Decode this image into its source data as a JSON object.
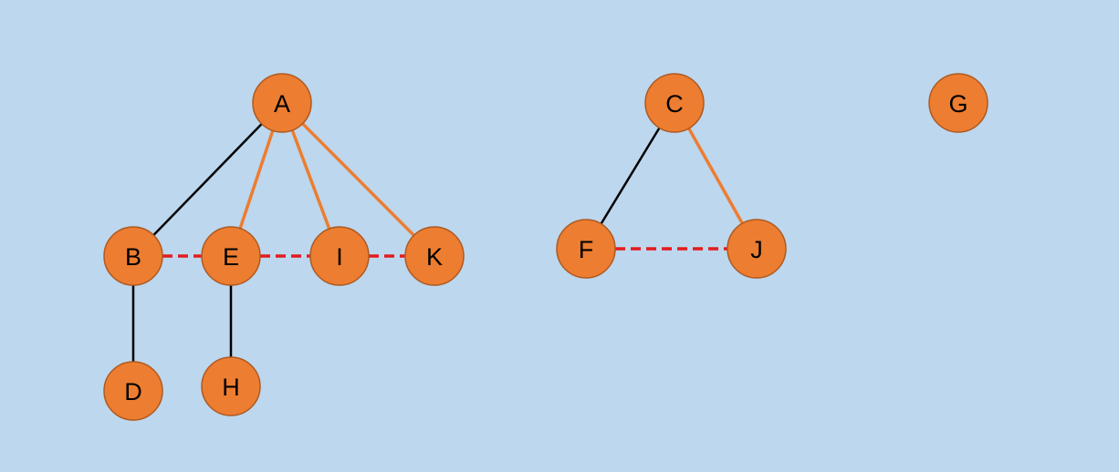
{
  "colors": {
    "background": "#BDD7EE",
    "node_fill": "#ED7D31",
    "node_stroke": "#AE5A21",
    "edge_solid": "#000000",
    "edge_highlight": "#ED7D31",
    "edge_dashed": "#E41B1B"
  },
  "nodes": [
    {
      "id": "A",
      "label": "A"
    },
    {
      "id": "B",
      "label": "B"
    },
    {
      "id": "E",
      "label": "E"
    },
    {
      "id": "I",
      "label": "I"
    },
    {
      "id": "K",
      "label": "K"
    },
    {
      "id": "D",
      "label": "D"
    },
    {
      "id": "H",
      "label": "H"
    },
    {
      "id": "C",
      "label": "C"
    },
    {
      "id": "F",
      "label": "F"
    },
    {
      "id": "J",
      "label": "J"
    },
    {
      "id": "G",
      "label": "G"
    }
  ],
  "edges": [
    {
      "from": "A",
      "to": "B",
      "style": "solid"
    },
    {
      "from": "A",
      "to": "E",
      "style": "highlight"
    },
    {
      "from": "A",
      "to": "I",
      "style": "highlight"
    },
    {
      "from": "A",
      "to": "K",
      "style": "highlight"
    },
    {
      "from": "B",
      "to": "E",
      "style": "dashed"
    },
    {
      "from": "E",
      "to": "I",
      "style": "dashed"
    },
    {
      "from": "I",
      "to": "K",
      "style": "dashed"
    },
    {
      "from": "B",
      "to": "D",
      "style": "solid"
    },
    {
      "from": "E",
      "to": "H",
      "style": "solid"
    },
    {
      "from": "C",
      "to": "F",
      "style": "solid"
    },
    {
      "from": "C",
      "to": "J",
      "style": "highlight"
    },
    {
      "from": "F",
      "to": "J",
      "style": "dashed"
    }
  ]
}
